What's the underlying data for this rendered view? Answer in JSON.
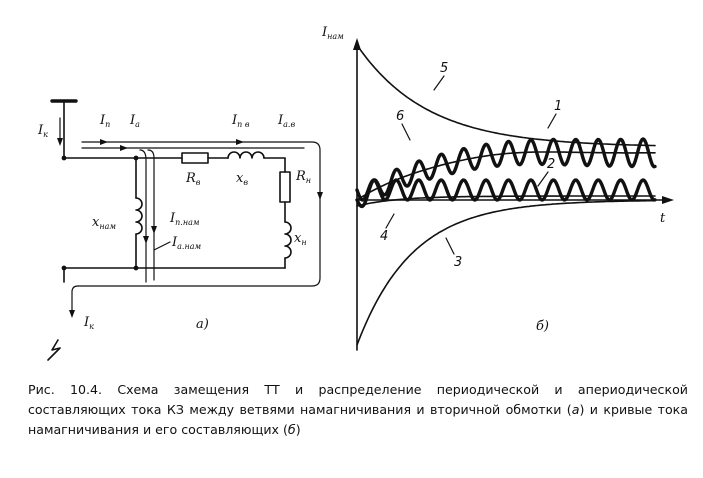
{
  "circuit": {
    "label": "а)",
    "labels": {
      "ik_in": {
        "main": "I",
        "sub": "к"
      },
      "ip": {
        "main": "I",
        "sub": "п"
      },
      "ia": {
        "main": "I",
        "sub": "а"
      },
      "ipv": {
        "main": "I",
        "sub": "п в"
      },
      "iav": {
        "main": "I",
        "sub": "а.в"
      },
      "rv": {
        "main": "R",
        "sub": "в"
      },
      "xv": {
        "main": "x",
        "sub": "в"
      },
      "rn": {
        "main": "R",
        "sub": "н"
      },
      "xn": {
        "main": "x",
        "sub": "н"
      },
      "xnam": {
        "main": "x",
        "sub": "нам"
      },
      "ipnam": {
        "main": "I",
        "sub": "п.нам"
      },
      "ianam": {
        "main": "I",
        "sub": "а.нам"
      },
      "ik_out": {
        "main": "I",
        "sub": "к"
      }
    }
  },
  "plot": {
    "label": "б)",
    "y_axis": {
      "main": "I",
      "sub": "нам"
    },
    "x_axis": "t",
    "curves": [
      {
        "id": "1",
        "label": "1"
      },
      {
        "id": "2",
        "label": "2"
      },
      {
        "id": "3",
        "label": "3"
      },
      {
        "id": "4",
        "label": "4"
      },
      {
        "id": "5",
        "label": "5"
      },
      {
        "id": "6",
        "label": "6"
      }
    ]
  },
  "caption": {
    "prefix": "Рис. 10.4.",
    "text_1": "Схема замещения ТТ и распределение периодической и апериодической составляющих тока КЗ между ветвями намагничивания и вторичной обмотки (",
    "ref_a": "а",
    "text_2": ") и кривые тока намагничивания и его составляющих (",
    "ref_b": "б",
    "text_3": ")"
  }
}
